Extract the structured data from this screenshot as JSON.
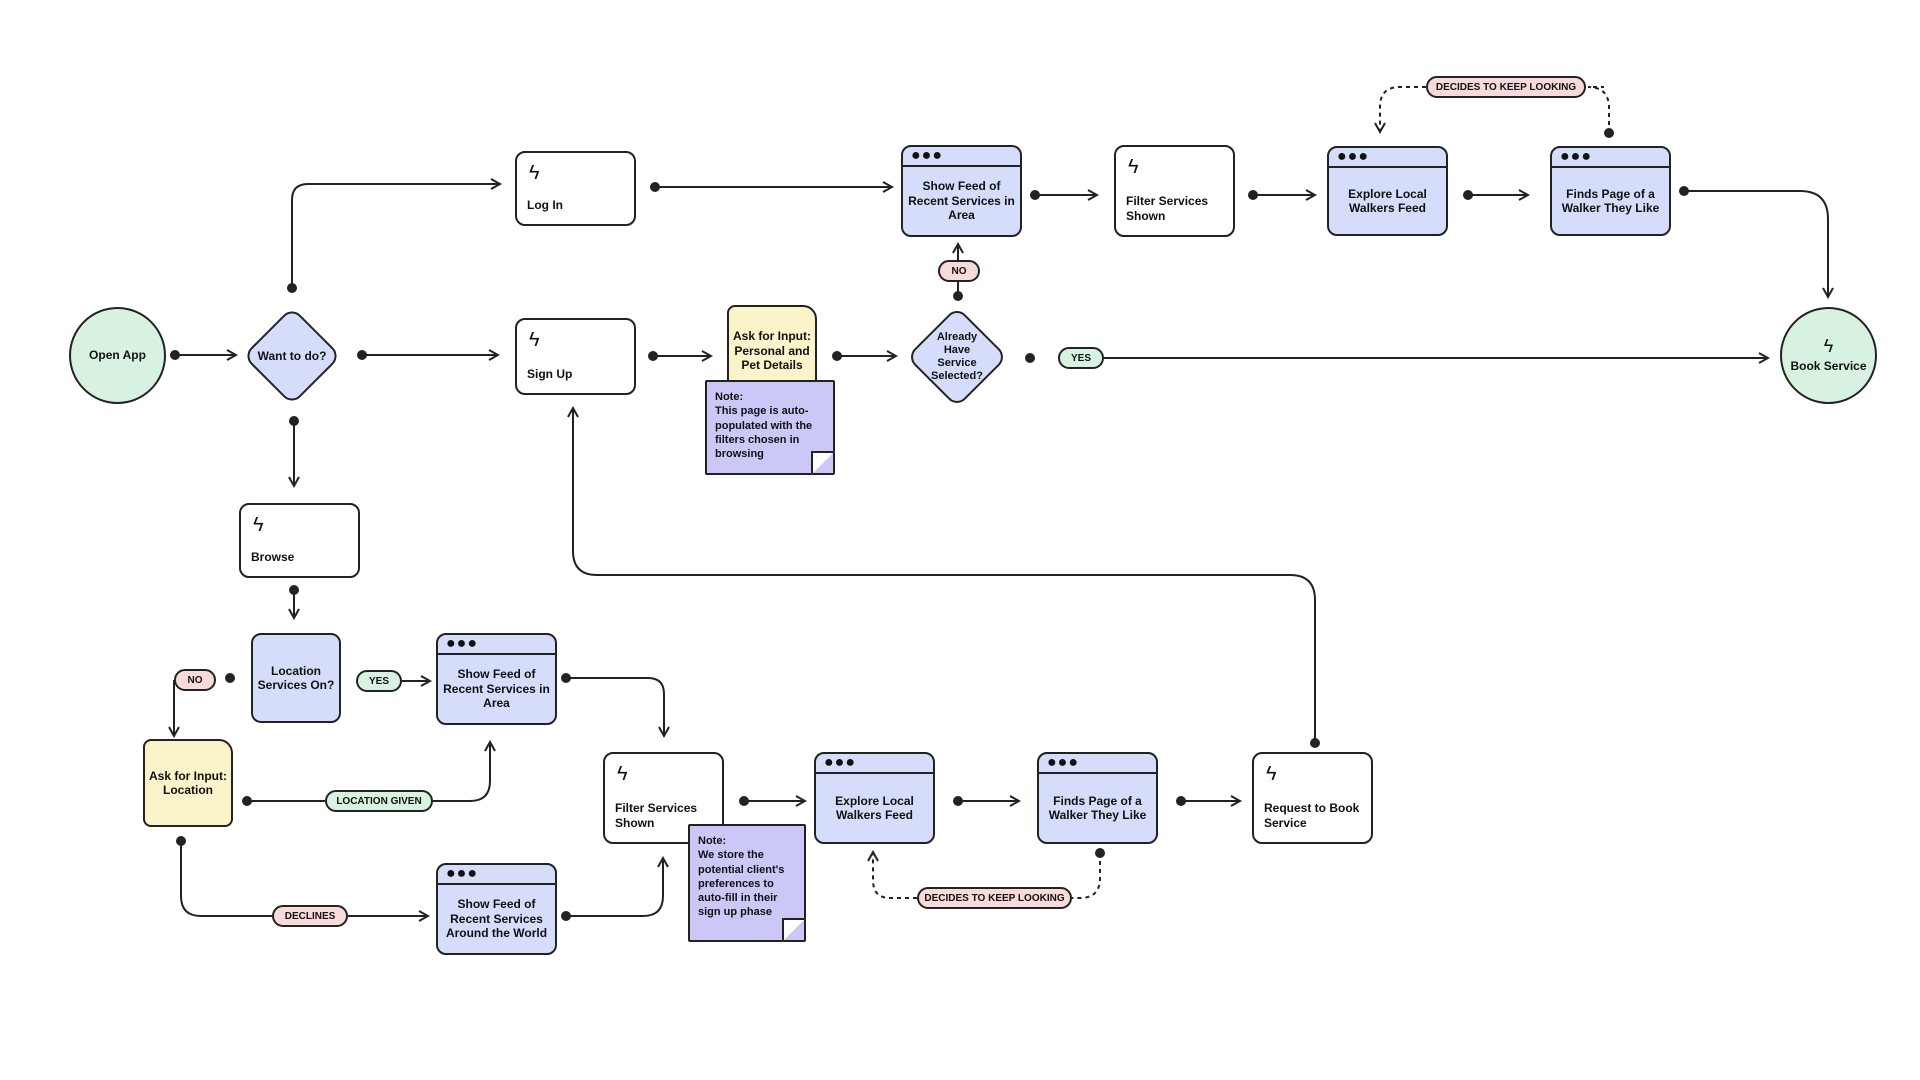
{
  "nodes": {
    "open_app": "Open App",
    "want_to_do": "Want to do?",
    "log_in": "Log In",
    "sign_up": "Sign Up",
    "browse": "Browse",
    "show_feed_top": "Show Feed of Recent Services in Area",
    "filter_top": "Filter Services Shown",
    "explore_top": "Explore Local Walkers Feed",
    "finds_top": "Finds Page of a Walker They Like",
    "book_service": "Book Service",
    "ask_personal": "Ask for Input: Personal and Pet Details",
    "already_selected": "Already Have Service Selected?",
    "location_on": "Location Services On?",
    "show_feed_area": "Show Feed of Recent Services in Area",
    "ask_location": "Ask for Input: Location",
    "show_feed_world": "Show Feed of Recent Services Around the World",
    "filter_bottom": "Filter Services Shown",
    "explore_bottom": "Explore Local Walkers Feed",
    "finds_bottom": "Finds Page of a Walker They Like",
    "request_book": "Request to Book Service"
  },
  "notes": {
    "note1_title": "Note:",
    "note1_body": "This page is auto-populated with the filters chosen in browsing",
    "note2_title": "Note:",
    "note2_body": "We store the potential client's preferences to auto-fill in their sign up phase"
  },
  "labels": {
    "decides_top": "DECIDES TO KEEP LOOKING",
    "no_top": "NO",
    "yes_top": "YES",
    "no_left": "NO",
    "yes_left": "YES",
    "location_given": "LOCATION GIVEN",
    "declines": "DECLINES",
    "decides_bottom": "DECIDES TO KEEP LOOKING"
  },
  "icons": {
    "action": "lightning-bolt-icon",
    "window": "window-dots-icon"
  },
  "colors": {
    "start_end": "#d8f2e2",
    "screen": "#d5ddfb",
    "input": "#fbf3c9",
    "note": "#cbc8f8",
    "pill_pink": "#f9dada",
    "pill_green": "#d8f2e2",
    "stroke": "#222222"
  }
}
